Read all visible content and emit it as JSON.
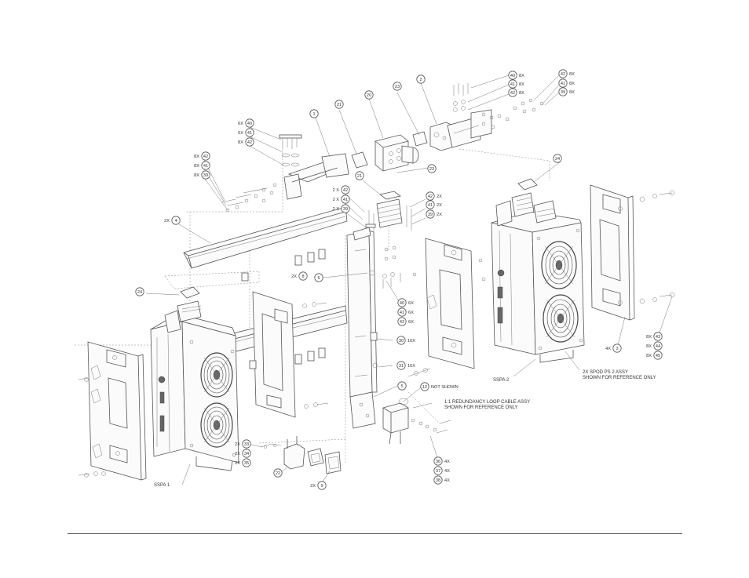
{
  "figure": {
    "balloons": [
      {
        "id": "b-1",
        "num": "1"
      },
      {
        "id": "b-2",
        "num": "2"
      },
      {
        "id": "b-4",
        "num": "4",
        "qty": "2X"
      },
      {
        "id": "b-5",
        "num": "5"
      },
      {
        "id": "b-6",
        "num": "6"
      },
      {
        "id": "b-3",
        "num": "3",
        "qty": "4X"
      },
      {
        "id": "b-20",
        "num": "20"
      },
      {
        "id": "b-21a",
        "num": "21"
      },
      {
        "id": "b-21b",
        "num": "21"
      },
      {
        "id": "b-22",
        "num": "22"
      },
      {
        "id": "b-23a",
        "num": "23"
      },
      {
        "id": "b-23b",
        "num": "23"
      },
      {
        "id": "b-24a",
        "num": "24"
      },
      {
        "id": "b-24b",
        "num": "24"
      },
      {
        "id": "b-30",
        "num": "30",
        "qty": "16X"
      },
      {
        "id": "b-31",
        "num": "31",
        "qty": "16X"
      },
      {
        "id": "b-12",
        "num": "12",
        "note": "NOT SHOWN"
      },
      {
        "id": "b-8",
        "num": "8",
        "qty": "2X"
      },
      {
        "id": "b-tr40",
        "num": "40",
        "qty": "8X"
      },
      {
        "id": "b-tr41",
        "num": "41",
        "qty": "8X"
      },
      {
        "id": "b-tr42",
        "num": "42",
        "qty": "8X"
      },
      {
        "id": "b-fr42",
        "num": "42",
        "qty": "8X"
      },
      {
        "id": "b-fr41",
        "num": "41",
        "qty": "8X"
      },
      {
        "id": "b-fr39",
        "num": "39",
        "qty": "8X"
      },
      {
        "id": "b-ul40",
        "num": "40",
        "qty": "6X"
      },
      {
        "id": "b-ul41",
        "num": "41",
        "qty": "6X"
      },
      {
        "id": "b-ul42",
        "num": "42",
        "qty": "8X"
      },
      {
        "id": "b-ll42",
        "num": "42",
        "qty": "8X"
      },
      {
        "id": "b-ll41",
        "num": "41",
        "qty": "8X"
      },
      {
        "id": "b-ll39",
        "num": "39",
        "qty": "8X"
      },
      {
        "id": "b-c42",
        "num": "42",
        "qty": "2 X"
      },
      {
        "id": "b-c41",
        "num": "41",
        "qty": "2 X"
      },
      {
        "id": "b-c39",
        "num": "39",
        "qty": "2 X"
      },
      {
        "id": "b-cr42",
        "num": "42",
        "qty": "2X"
      },
      {
        "id": "b-cr41",
        "num": "41",
        "qty": "2X"
      },
      {
        "id": "b-cr39",
        "num": "39",
        "qty": "2X"
      },
      {
        "id": "b-m40",
        "num": "40",
        "qty": "6X"
      },
      {
        "id": "b-m41",
        "num": "41",
        "qty": "6X"
      },
      {
        "id": "b-m42",
        "num": "42",
        "qty": "6X"
      },
      {
        "id": "b-r43",
        "num": "43",
        "qty": "8X"
      },
      {
        "id": "b-r44",
        "num": "44",
        "qty": "8X"
      },
      {
        "id": "b-r45",
        "num": "45",
        "qty": "8X"
      },
      {
        "id": "b-33",
        "num": "33",
        "qty": "2X"
      },
      {
        "id": "b-34",
        "num": "34",
        "qty": "2X"
      },
      {
        "id": "b-35",
        "num": "35",
        "qty": "2X"
      },
      {
        "id": "b-36",
        "num": "36",
        "qty": "4X"
      },
      {
        "id": "b-37",
        "num": "37",
        "qty": "4X"
      },
      {
        "id": "b-38",
        "num": "38",
        "qty": "4X"
      },
      {
        "id": "b-9",
        "num": "9",
        "qty": "2X"
      }
    ],
    "labels": {
      "ssfa1": "SSPA 1",
      "ssfa2": "SSPA 2",
      "psu_line1": "2X SPOD PS 2 ASSY",
      "psu_line2": "SHOWN FOR REFERENCE ONLY",
      "loop_line1": "1:1 REDUNDANCY LOOP CABLE ASSY",
      "loop_line2": "SHOWN FOR REFERENCE ONLY"
    }
  }
}
